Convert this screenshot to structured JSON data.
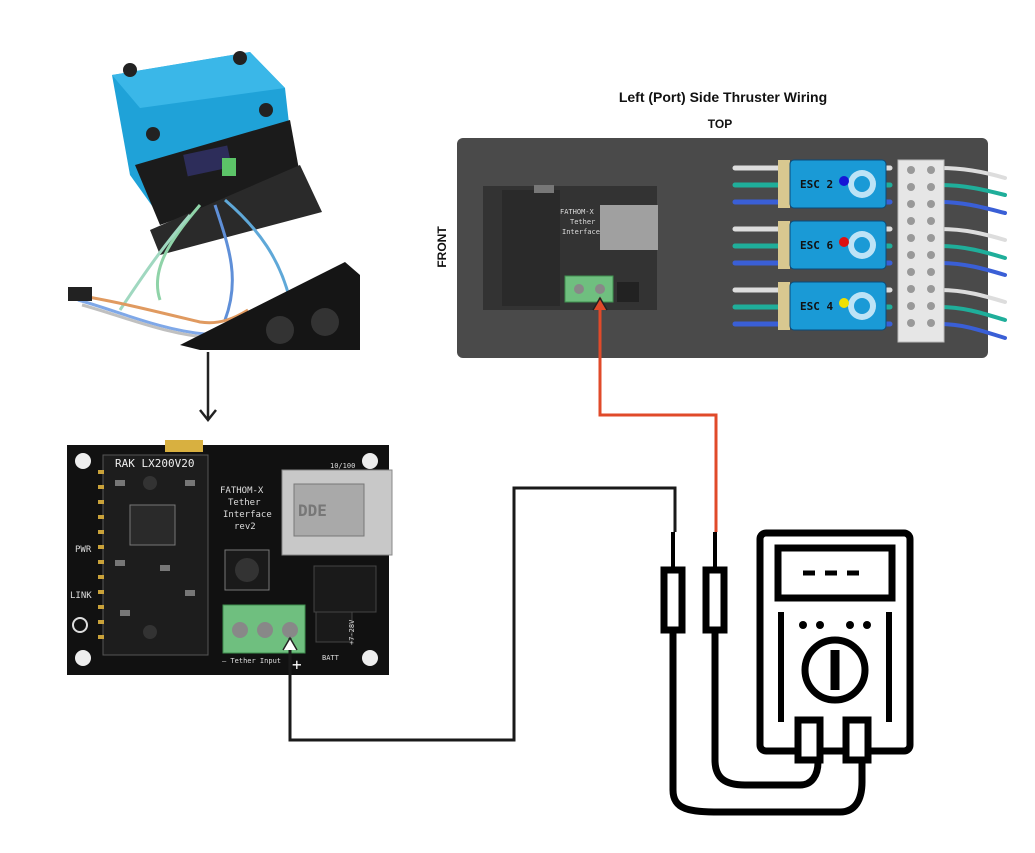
{
  "diagram": {
    "title": "Left (Port) Side Thruster Wiring",
    "top_label": "TOP",
    "front_label": "FRONT",
    "tether_board_label_line1": "FATHOM-X",
    "tether_board_label_line2": "Tether",
    "tether_board_label_line3": "Interface",
    "escs": [
      {
        "label": "ESC 2",
        "dot_color": "#1515d6"
      },
      {
        "label": "ESC 6",
        "dot_color": "#e01010"
      },
      {
        "label": "ESC 4",
        "dot_color": "#f0e000"
      }
    ]
  },
  "board": {
    "model": "RAK LX200V20",
    "product_line1": "FATHOM-X",
    "product_line2": "Tether",
    "product_line3": "Interface",
    "product_line4": "rev2",
    "pwr_label": "PWR",
    "link_label": "LINK",
    "speed_label": "10/100",
    "tether_input_label": "— Tether Input",
    "plus_label": "+",
    "batt_label": "BATT",
    "voltage_label": "+7-28V"
  },
  "colors": {
    "enclosure_blue": "#1fa2d8",
    "wiring_panel_gray": "#4a4a4a",
    "probe_red": "#e04a2a",
    "probe_black": "#1a1a1a",
    "esc_blue": "#1a9ad6",
    "wire_teal": "#1fae9a",
    "wire_blue": "#3a5fd6",
    "connector_green": "#6fbf7f"
  }
}
